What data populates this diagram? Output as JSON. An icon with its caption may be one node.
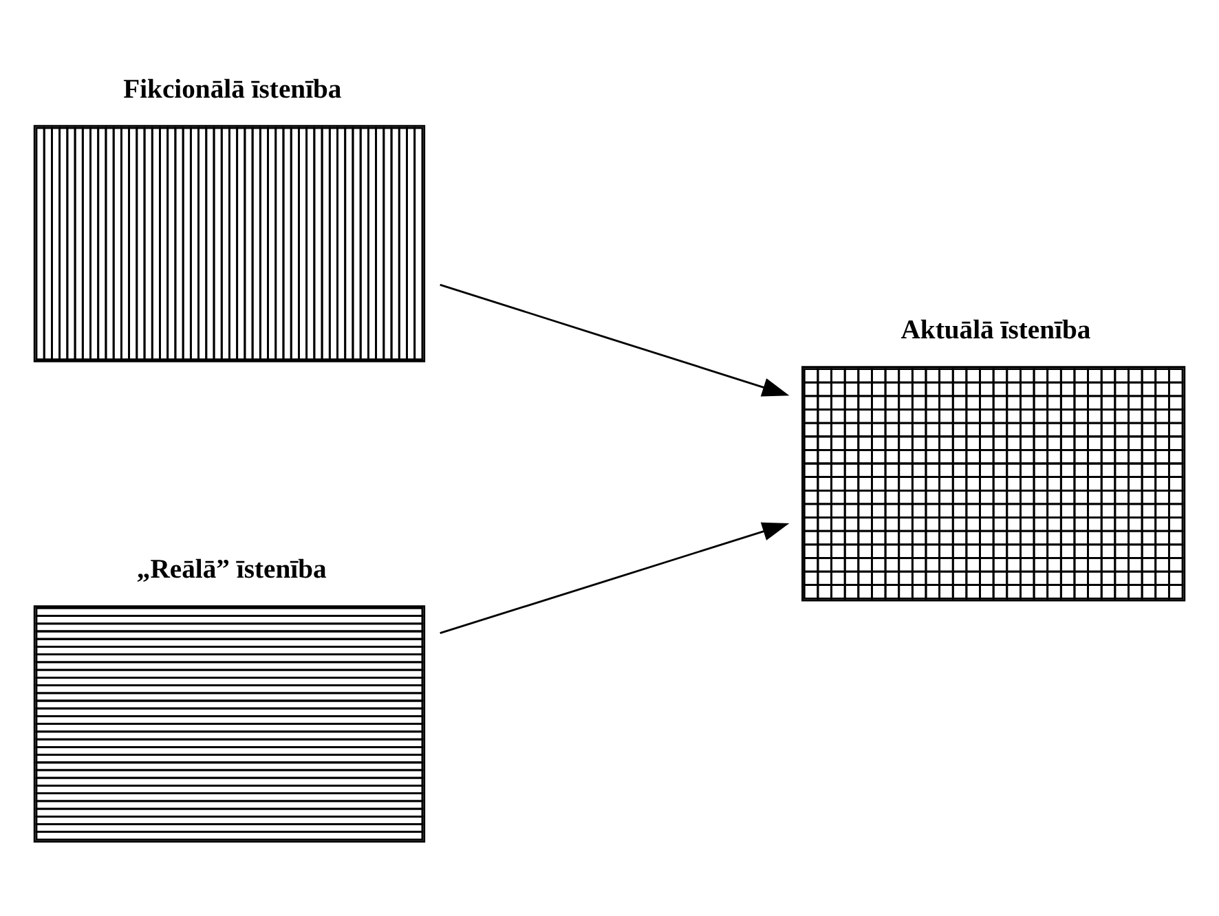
{
  "diagram": {
    "nodes": [
      {
        "text": [
          "Fikcionālā īstenība"
        ]
      },
      {
        "text": [
          "„Reālā” īstenība"
        ]
      },
      {
        "text": [
          "Aktuālā īstenība"
        ]
      }
    ],
    "edges": [
      {
        "from": 0,
        "to": 2,
        "arrow": "to"
      },
      {
        "from": 1,
        "to": 2,
        "arrow": "to"
      }
    ]
  }
}
